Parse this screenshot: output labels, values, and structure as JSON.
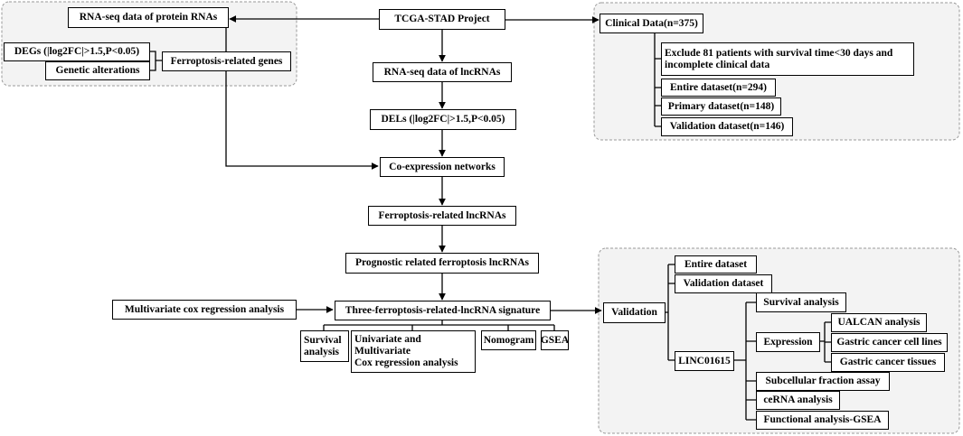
{
  "nodes": {
    "tcga": "TCGA-STAD Project",
    "protein_rnaseq": "RNA-seq data of protein RNAs",
    "degs": "DEGs (|log2FC|>1.5,P<0.05)",
    "genetic_alterations": "Genetic alterations",
    "ferroptosis_genes": "Ferroptosis-related genes",
    "lnc_rnaseq": "RNA-seq data of lncRNAs",
    "dels": "DELs (|log2FC|>1.5,P<0.05)",
    "coexpression": "Co-expression networks",
    "ferro_lncrnas": "Ferroptosis-related lncRNAs",
    "prognostic": "Prognostic related ferroptosis lncRNAs",
    "multivariate": "Multivariate cox regression analysis",
    "signature": "Three-ferroptosis-related-lncRNA signature",
    "survival_lines": [
      "Survival",
      "analysis"
    ],
    "cox_lines": [
      "Univariate and",
      "Multivariate",
      "Cox regression analysis"
    ],
    "nomogram": "Nomogram",
    "gsea": "GSEA"
  },
  "clinical": {
    "title": "Clinical Data(n=375)",
    "exclude_lines": [
      "Exclude 81 patients with survival time<30 days and",
      "incomplete clinical data"
    ],
    "entire": "Entire dataset(n=294)",
    "primary": "Primary dataset(n=148)",
    "validation": "Validation dataset(n=146)"
  },
  "validation": {
    "title": "Validation",
    "entire": "Entire dataset",
    "validation_dataset": "Validation dataset",
    "linc": "LINC01615",
    "survival": "Survival analysis",
    "expression": "Expression",
    "ualcan": "UALCAN analysis",
    "cell_lines": "Gastric cancer cell lines",
    "tissues": "Gastric cancer tissues",
    "subcellular": "Subcellular fraction assay",
    "cerna": "ceRNA analysis",
    "functional": "Functional analysis-GSEA"
  },
  "colors": {
    "panel_fill": "#f3f3f3",
    "panel_border": "#9a9a9a",
    "line": "#000000"
  }
}
